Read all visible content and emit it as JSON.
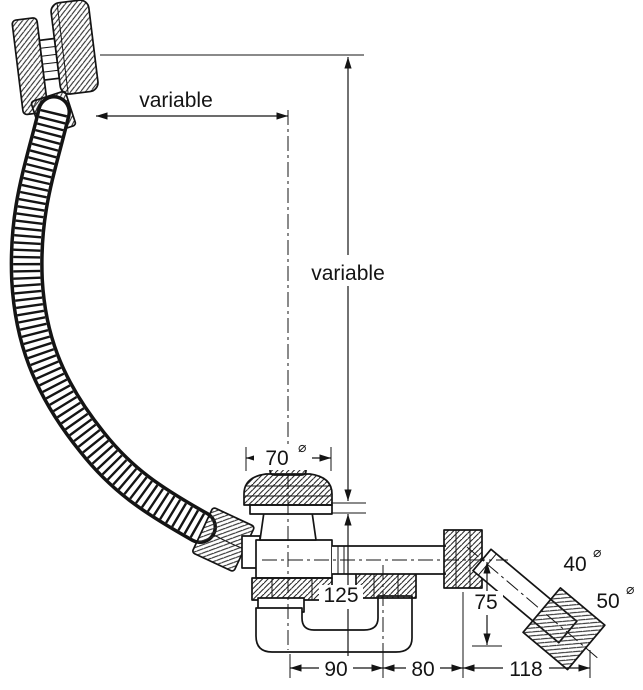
{
  "document": {
    "type": "technical-dimensional-drawing",
    "subject": "bath waste and overflow fitting with flexible hose"
  },
  "dimensions": {
    "top_width": "variable",
    "height": "variable",
    "plug_diameter": {
      "value": "70",
      "symbol": "⌀"
    },
    "drain_height": "125",
    "bottom_left": "90",
    "bottom_center": "80",
    "bottom_right": "118",
    "outlet_drop": "75",
    "pipe_diameter": {
      "value": "40",
      "symbol": "⌀"
    },
    "coupling_diameter": {
      "value": "50",
      "symbol": "⌀"
    }
  },
  "colors": {
    "line": "#141414",
    "background": "#ffffff"
  }
}
